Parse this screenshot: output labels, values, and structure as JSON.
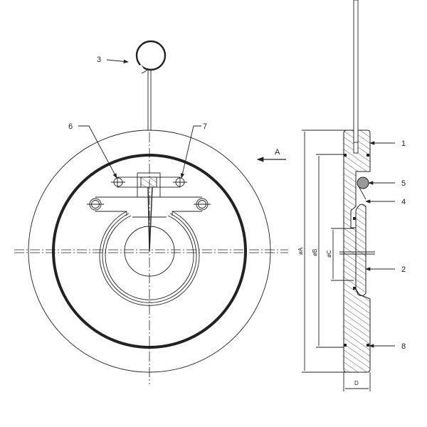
{
  "labels": {
    "part_1": "1",
    "part_2": "2",
    "part_3": "3",
    "part_4": "4",
    "part_5": "5",
    "part_6": "6",
    "part_7": "7",
    "part_8": "8",
    "view_arrow": "A",
    "dim_a": "øA",
    "dim_b": "øB",
    "dim_c": "øC",
    "dim_d": "D"
  },
  "colors": {
    "line": "#222222",
    "background": "#ffffff"
  }
}
